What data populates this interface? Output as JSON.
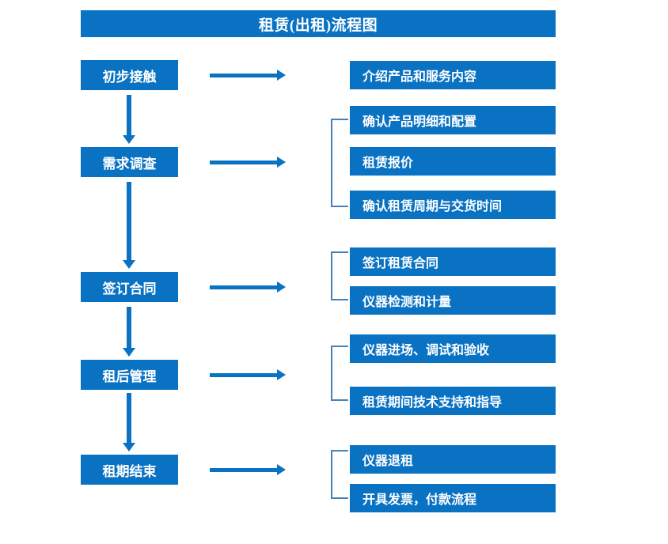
{
  "theme": {
    "box_fill": "#0a72c2",
    "box_text": "#ffffff",
    "arrow_color": "#0a72c2",
    "bracket_color": "#4a7ebb",
    "page_background": "#ffffff"
  },
  "title": "租赁(出租)流程图",
  "stages": [
    {
      "label": "初步接触"
    },
    {
      "label": "需求调查"
    },
    {
      "label": "签订合同"
    },
    {
      "label": "租后管理"
    },
    {
      "label": "租期结束"
    }
  ],
  "details": [
    {
      "label": "介绍产品和服务内容"
    },
    {
      "label": "确认产品明细和配置"
    },
    {
      "label": "租赁报价"
    },
    {
      "label": "确认租赁周期与交货时间"
    },
    {
      "label": "签订租赁合同"
    },
    {
      "label": "仪器检测和计量"
    },
    {
      "label": "仪器进场、调试和验收"
    },
    {
      "label": "租赁期间技术支持和指导"
    },
    {
      "label": "仪器退租"
    },
    {
      "label": "开具发票，付款流程"
    }
  ],
  "connectors": {
    "horizontal_arrows": 5,
    "vertical_arrows": 4,
    "brackets": 4
  }
}
